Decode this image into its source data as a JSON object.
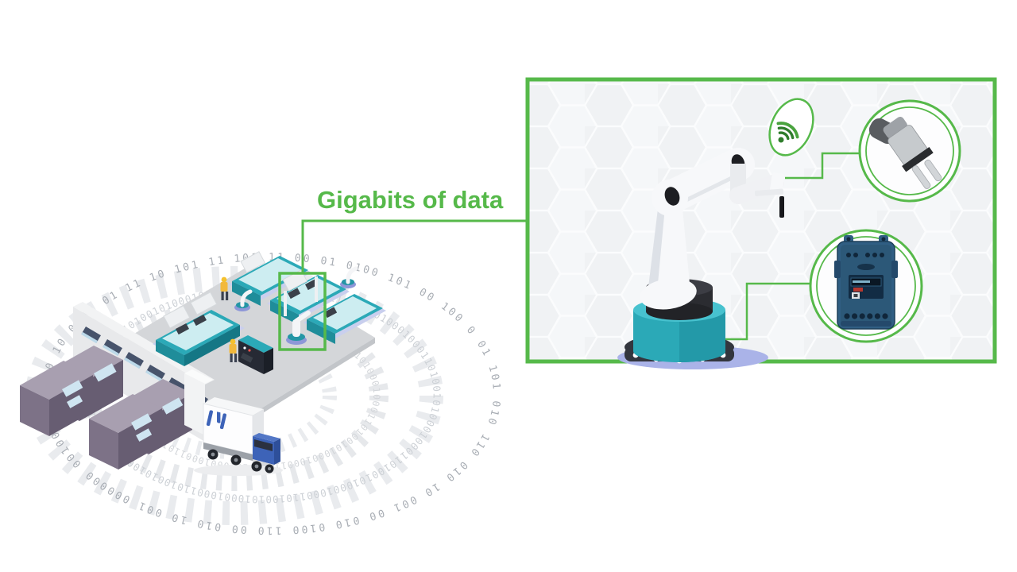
{
  "label": {
    "text": "Gigabits of data",
    "color": "#56b94a"
  },
  "colors": {
    "accent_green": "#56b94a",
    "dark_green_signal": "#2f7d2c",
    "panel_background": "#f0f2f4",
    "machine_teal": "#2ba9b7",
    "container_purple": "#7d7287",
    "truck_blue": "#3d63b8",
    "device_blue": "#305e83",
    "ring_label_gray": "#a8adb4",
    "ring_dense_gray": "#cdd1d6",
    "ring_tick_gray": "#e9ebee"
  },
  "icons": {
    "wifi": "wifi-signal-icon",
    "top_callout": "gripper-sensor-icon",
    "bottom_callout": "io-drive-module-icon"
  },
  "binary_rings": {
    "outer": "101  11  00  01  0100  101  00  100  0  01  101  010  110  010  10  001  00  010  0100  110  00  010  10  001  000000  00100  010  110  10  0100  01  11  10  101  11  00  01  0100  10  11",
    "middle": "01001010001000110100101000100011010010100010001101001010001000110100101000100011010010100010001101001010001000110100101000100011",
    "inner": "010010100010001101001010001000110100101000100011010010100010001101001010001000"
  }
}
